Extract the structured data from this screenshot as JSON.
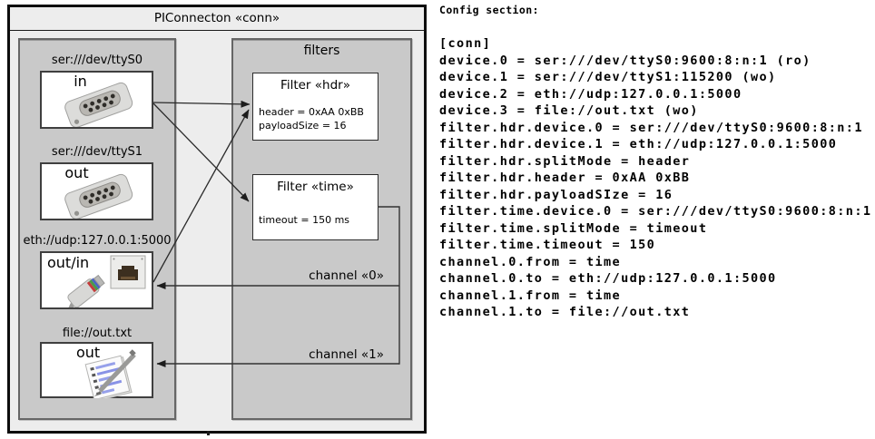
{
  "diagram": {
    "title": "PIConnecton «conn»",
    "filters_panel_label": "filters",
    "devices": [
      {
        "label": "ser:///dev/ttyS0",
        "direction": "in",
        "icon": "serial-connector"
      },
      {
        "label": "ser:///dev/ttyS1",
        "direction": "out",
        "icon": "serial-connector"
      },
      {
        "label": "eth://udp:127.0.0.1:5000",
        "direction": "out/in",
        "icon": "ethernet-plug-and-jack"
      },
      {
        "label": "file://out.txt",
        "direction": "out",
        "icon": "notepad-with-pen"
      }
    ],
    "filters": [
      {
        "title": "Filter «hdr»",
        "attributes": [
          "header = 0xAA 0xBB",
          "payloadSize = 16"
        ]
      },
      {
        "title": "Filter «time»",
        "attributes": [
          "timeout = 150 ms"
        ]
      }
    ],
    "channels": [
      {
        "label": "channel «0»"
      },
      {
        "label": "channel «1»"
      }
    ]
  },
  "config": {
    "heading": "Config section:",
    "lines": [
      "[conn]",
      "device.0 = ser:///dev/ttyS0:9600:8:n:1 (ro)",
      "device.1 = ser:///dev/ttyS1:115200 (wo)",
      "device.2 = eth://udp:127.0.0.1:5000",
      "device.3 = file://out.txt (wo)",
      "filter.hdr.device.0 = ser:///dev/ttyS0:9600:8:n:1",
      "filter.hdr.device.1 = eth://udp:127.0.0.1:5000",
      "filter.hdr.splitMode = header",
      "filter.hdr.header = 0xAA 0xBB",
      "filter.hdr.payloadSIze = 16",
      "filter.time.device.0 = ser:///dev/ttyS0:9600:8:n:1",
      "filter.time.splitMode = timeout",
      "filter.time.timeout = 150",
      "channel.0.from = time",
      "channel.0.to = eth://udp:127.0.0.1:5000",
      "channel.1.from = time",
      "channel.1.to = file://out.txt"
    ]
  },
  "colors": {
    "diagram_background": "#ededed",
    "panel_fill": "#c9c9c9",
    "box_fill": "#ffffff",
    "wire_color": "#2a2a2a",
    "text_color": "#000000"
  }
}
